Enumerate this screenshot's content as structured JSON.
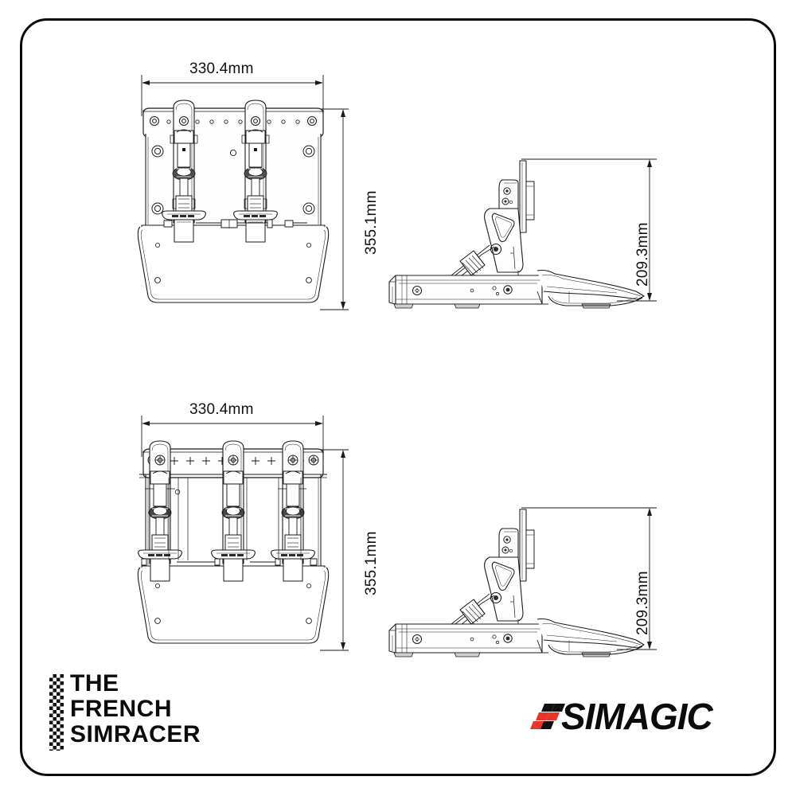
{
  "sheet": {
    "background": "#ffffff",
    "border_color": "#0a0a0a",
    "line_color": "#1a1a1a",
    "accent_red": "#e8342a"
  },
  "views": [
    {
      "id": "front-two-pedal",
      "name": "front-view-two-pedal",
      "width_dimension": "330.4mm",
      "height_dimension": "355.1mm"
    },
    {
      "id": "side-two-pedal",
      "name": "side-view-two-pedal",
      "height_dimension": "209.3mm"
    },
    {
      "id": "front-three-pedal",
      "name": "front-view-three-pedal",
      "width_dimension": "330.4mm",
      "height_dimension": "355.1mm"
    },
    {
      "id": "side-three-pedal",
      "name": "side-view-three-pedal",
      "height_dimension": "209.3mm"
    }
  ],
  "dimensions": {
    "top_width": "330.4mm",
    "top_height": "355.1mm",
    "top_side_height": "209.3mm",
    "bottom_width": "330.4mm",
    "bottom_height": "355.1mm",
    "bottom_side_height": "209.3mm"
  },
  "logos": {
    "french_simracer": {
      "line1": "THE",
      "line2": "FRENCH",
      "line3": "SIMRACER",
      "icon": "checkered-flag-icon"
    },
    "simagic": {
      "wordmark": "SIMAGIC",
      "icon": "checkered-squares-icon",
      "red": "#e8342a",
      "black": "#111111"
    }
  }
}
